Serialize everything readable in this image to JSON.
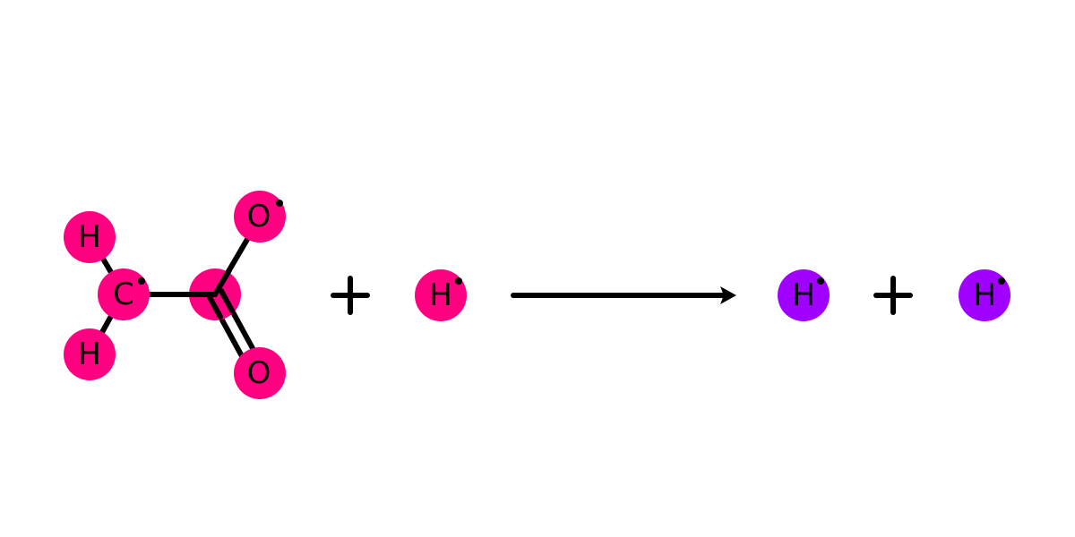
{
  "colors": {
    "reactant_atom": "#ff0080",
    "product_atom": "#a000ff",
    "ink": "#000000",
    "background": "#ffffff"
  },
  "reactants": {
    "molecule": {
      "atoms": {
        "h_top": "H",
        "h_bottom": "H",
        "carbon_methyl": "C",
        "carbon_carbonyl": "",
        "oxygen_radical": "O",
        "oxygen_double": "O"
      }
    },
    "plus": "+",
    "hydrogen": "H"
  },
  "arrow": "→",
  "products": {
    "hydrogen_1": "H",
    "plus": "+",
    "hydrogen_2": "H"
  }
}
